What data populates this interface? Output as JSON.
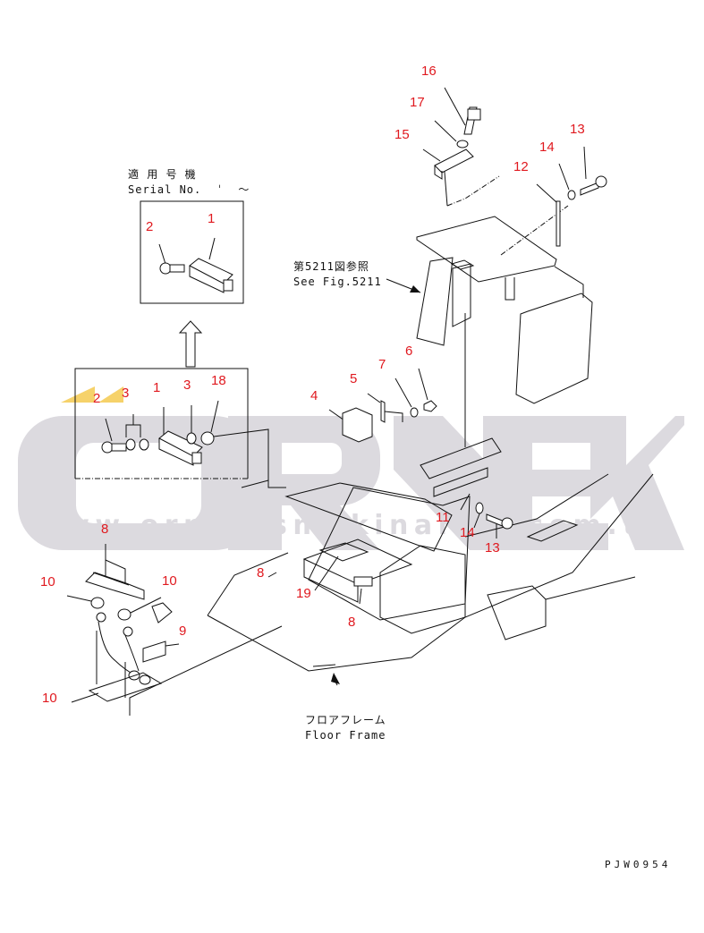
{
  "watermark": {
    "brand": "ORNEK",
    "url": "www.ornekismakinalari.com.tr",
    "colors": {
      "grey": "#dcdadf",
      "yellow": "#f6d26a"
    }
  },
  "annotations": {
    "serial_jp": "適 用 号 機",
    "serial_en": "Serial No.  ˈ  ～",
    "see_fig_jp": "第5211図参照",
    "see_fig_en": "See Fig.5211",
    "floor_frame_jp": "フロアフレーム",
    "floor_frame_en": "Floor Frame",
    "drawing_code": "PJW0954"
  },
  "label_color": "#e0191f",
  "parts": [
    {
      "id": "inset-top-1",
      "number": "1"
    },
    {
      "id": "inset-top-2",
      "number": "2"
    },
    {
      "id": "inset-bottom-2",
      "number": "2"
    },
    {
      "id": "inset-bottom-3a",
      "number": "3"
    },
    {
      "id": "inset-bottom-1",
      "number": "1"
    },
    {
      "id": "inset-bottom-3b",
      "number": "3"
    },
    {
      "id": "inset-bottom-18",
      "number": "18"
    },
    {
      "id": "main-4",
      "number": "4"
    },
    {
      "id": "main-5",
      "number": "5"
    },
    {
      "id": "main-7",
      "number": "7"
    },
    {
      "id": "main-6",
      "number": "6"
    },
    {
      "id": "main-16",
      "number": "16"
    },
    {
      "id": "main-17",
      "number": "17"
    },
    {
      "id": "main-15",
      "number": "15"
    },
    {
      "id": "main-14-top",
      "number": "14"
    },
    {
      "id": "main-13-top",
      "number": "13"
    },
    {
      "id": "main-12",
      "number": "12"
    },
    {
      "id": "main-11",
      "number": "11"
    },
    {
      "id": "main-14-mid",
      "number": "14"
    },
    {
      "id": "main-13-mid",
      "number": "13"
    },
    {
      "id": "main-8-floor",
      "number": "8"
    },
    {
      "id": "main-19",
      "number": "19"
    },
    {
      "id": "main-8-console",
      "number": "8"
    },
    {
      "id": "pedal-8",
      "number": "8"
    },
    {
      "id": "pedal-10-left",
      "number": "10"
    },
    {
      "id": "pedal-10-right",
      "number": "10"
    },
    {
      "id": "pedal-9",
      "number": "9"
    },
    {
      "id": "pedal-10-bottom",
      "number": "10"
    }
  ]
}
